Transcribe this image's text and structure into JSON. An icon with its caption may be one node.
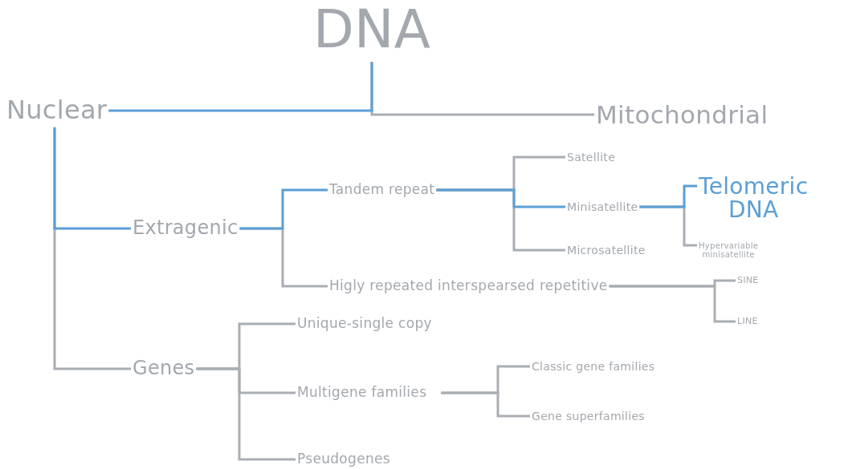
{
  "diagram": {
    "nodes": [
      {
        "text": [
          "DNA"
        ]
      },
      {
        "text": [
          "Nuclear"
        ]
      },
      {
        "text": [
          "Mitochondrial"
        ]
      },
      {
        "text": [
          "Extragenic"
        ]
      },
      {
        "text": [
          "Genes"
        ]
      },
      {
        "text": [
          "Tandem repeat"
        ]
      },
      {
        "text": [
          "Higly repeated interspearsed repetitive"
        ]
      },
      {
        "text": [
          "Satellite"
        ]
      },
      {
        "text": [
          "Minisatellite"
        ]
      },
      {
        "text": [
          "Microsatellite"
        ]
      },
      {
        "text": [
          "Telomeric DNA"
        ]
      },
      {
        "text": [
          "Hypervariable minisatellite"
        ]
      },
      {
        "text": [
          "SINE"
        ]
      },
      {
        "text": [
          "LINE"
        ]
      },
      {
        "text": [
          "Unique-single copy"
        ]
      },
      {
        "text": [
          "Multigene families"
        ]
      },
      {
        "text": [
          "Pseudogenes"
        ]
      },
      {
        "text": [
          "Classic gene families"
        ]
      },
      {
        "text": [
          "Gene superfamilies"
        ]
      }
    ],
    "edges": [
      {
        "from": 0,
        "to": 1,
        "arrow": "none",
        "color": "#5b9fd6"
      },
      {
        "from": 0,
        "to": 2,
        "arrow": "none"
      },
      {
        "from": 1,
        "to": 3,
        "arrow": "none",
        "color": "#5b9fd6"
      },
      {
        "from": 1,
        "to": 4,
        "arrow": "none"
      },
      {
        "from": 3,
        "to": 5,
        "arrow": "none",
        "color": "#5b9fd6"
      },
      {
        "from": 3,
        "to": 6,
        "arrow": "none"
      },
      {
        "from": 5,
        "to": 7,
        "arrow": "none"
      },
      {
        "from": 5,
        "to": 8,
        "arrow": "none",
        "color": "#5b9fd6"
      },
      {
        "from": 5,
        "to": 9,
        "arrow": "none"
      },
      {
        "from": 8,
        "to": 10,
        "arrow": "none",
        "color": "#5b9fd6"
      },
      {
        "from": 8,
        "to": 11,
        "arrow": "none"
      },
      {
        "from": 6,
        "to": 12,
        "arrow": "none"
      },
      {
        "from": 6,
        "to": 13,
        "arrow": "none"
      },
      {
        "from": 4,
        "to": 14,
        "arrow": "none"
      },
      {
        "from": 4,
        "to": 15,
        "arrow": "none"
      },
      {
        "from": 4,
        "to": 16,
        "arrow": "none"
      },
      {
        "from": 15,
        "to": 17,
        "arrow": "none"
      },
      {
        "from": 15,
        "to": 18,
        "arrow": "none"
      }
    ]
  }
}
